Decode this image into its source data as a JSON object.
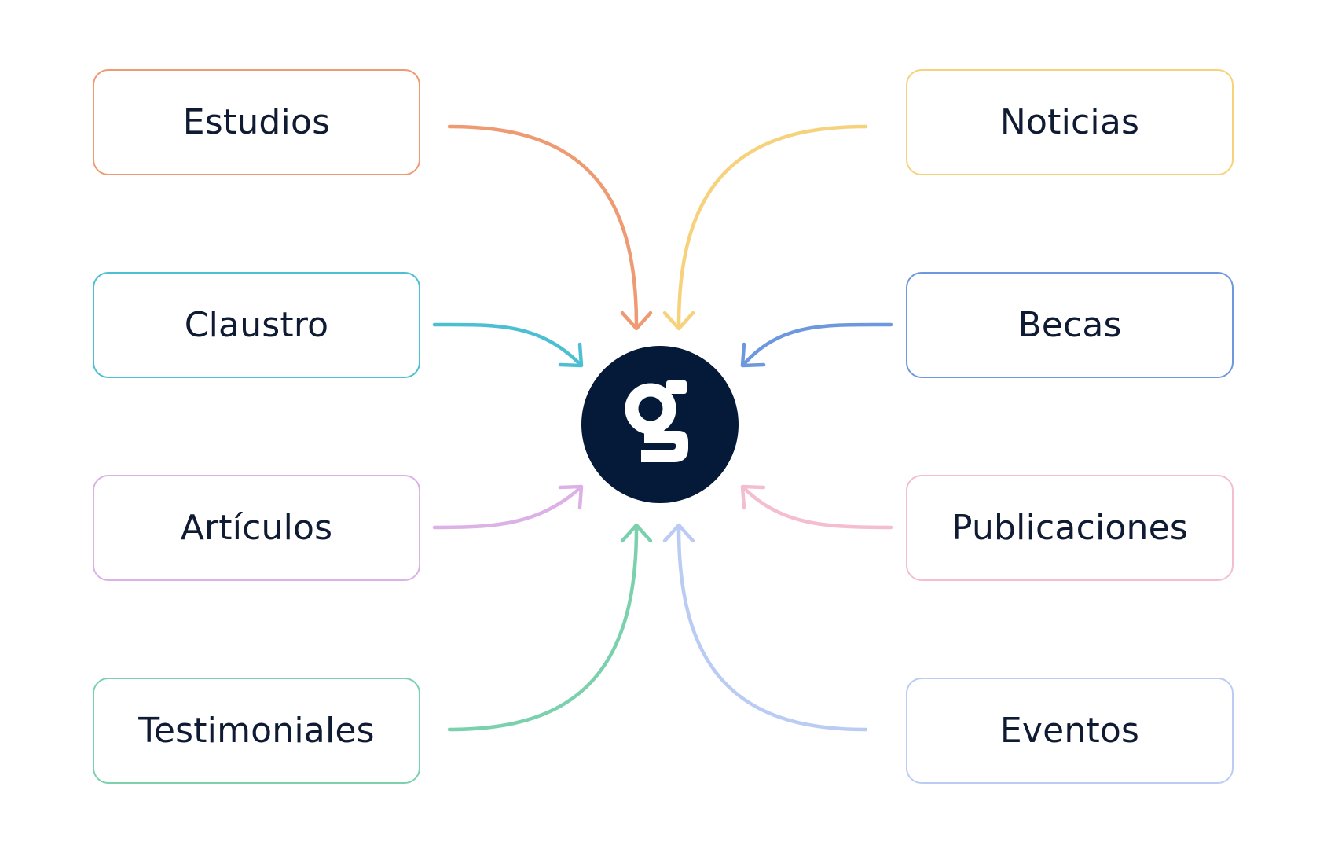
{
  "hub": {
    "logo": "g-logo",
    "color": "#051A38"
  },
  "nodes": [
    {
      "id": "estudios",
      "label": "Estudios",
      "color": "#EE9A72"
    },
    {
      "id": "claustro",
      "label": "Claustro",
      "color": "#4DBFD3"
    },
    {
      "id": "articulos",
      "label": "Artículos",
      "color": "#DCB1E6"
    },
    {
      "id": "testimoniales",
      "label": "Testimoniales",
      "color": "#7BD1AE"
    },
    {
      "id": "noticias",
      "label": "Noticias",
      "color": "#F6D27C"
    },
    {
      "id": "becas",
      "label": "Becas",
      "color": "#6E98DE"
    },
    {
      "id": "publicaciones",
      "label": "Publicaciones",
      "color": "#F4BED0"
    },
    {
      "id": "eventos",
      "label": "Eventos",
      "color": "#BACCF3"
    }
  ],
  "arrow_direction": "inward-to-hub"
}
